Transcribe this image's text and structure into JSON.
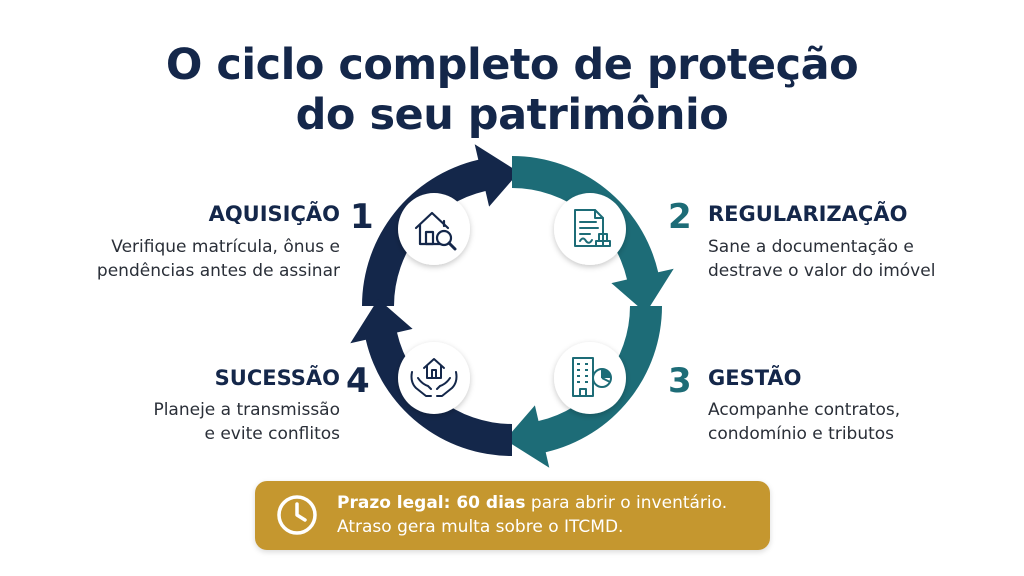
{
  "title": {
    "line1": "O ciclo completo de proteção",
    "line2": "do seu patrimônio"
  },
  "colors": {
    "navy": "#14274a",
    "teal": "#1d6c77",
    "gold": "#c5972f"
  },
  "steps": [
    {
      "number": "1",
      "title": "AQUISIÇÃO",
      "line1": "Verifique matrícula, ônus e",
      "line2": "pendências antes de assinar",
      "icon": "house-search-icon"
    },
    {
      "number": "2",
      "title": "REGULARIZAÇÃO",
      "line1": "Sane a documentação e",
      "line2": "destrave o valor do imóvel",
      "icon": "document-stamp-icon"
    },
    {
      "number": "3",
      "title": "GESTÃO",
      "line1": "Acompanhe contratos,",
      "line2": "condomínio e tributos",
      "icon": "building-chart-icon"
    },
    {
      "number": "4",
      "title": "SUCESSÃO",
      "line1": "Planeje a transmissão",
      "line2": "e evite conflitos",
      "icon": "hands-house-icon"
    }
  ],
  "notice": {
    "icon": "clock-icon",
    "bold": "Prazo legal: 60 dias",
    "rest": " para abrir o inventário.",
    "line2": "Atraso gera multa sobre o ITCMD."
  }
}
